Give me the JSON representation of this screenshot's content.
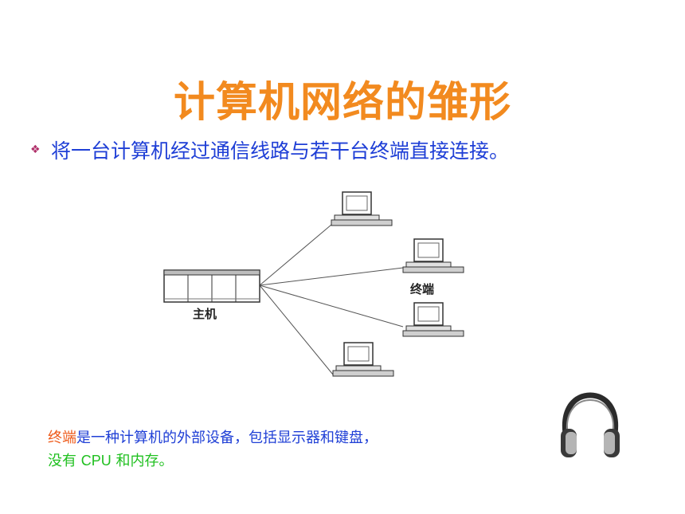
{
  "slide": {
    "title": "计算机网络的雏形",
    "bullet_text": "将一台计算机经过通信线路与若干台终端直接连接。",
    "note": {
      "term": "终端",
      "line1_rest": "是一种计算机的外部设备，包括显示器和键盘，",
      "line2_a": "没有 ",
      "line2_cpu": "CPU",
      "line2_b": " 和内存。"
    }
  },
  "diagram": {
    "host_label": "主机",
    "terminal_label": "终端",
    "terminal_count": 4
  },
  "colors": {
    "title": "#f28a1f",
    "bullet_text": "#1f3fd6",
    "note_term": "#ee5a1a",
    "note_blue": "#1f3fd6",
    "note_green": "#20c020"
  },
  "icons": [
    "diamond-bullet-icon",
    "mainframe-icon",
    "terminal-icon",
    "headphones-icon"
  ]
}
